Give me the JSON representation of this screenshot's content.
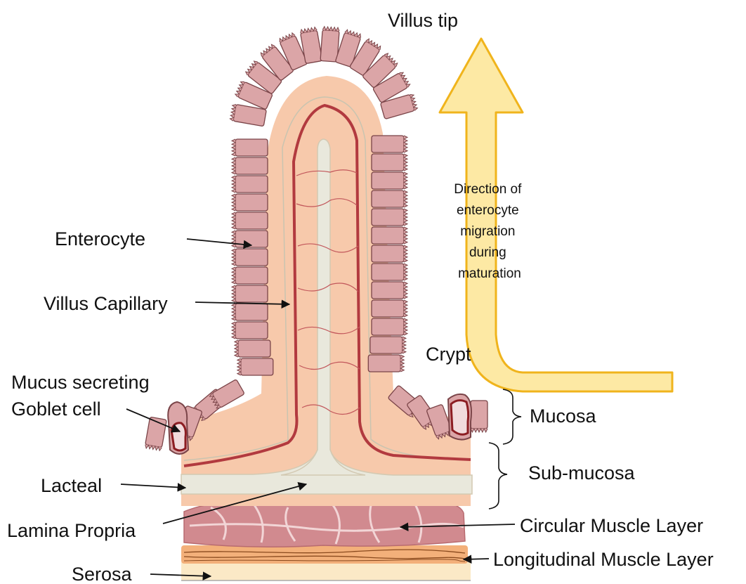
{
  "labels": {
    "villus_tip": "Villus tip",
    "direction": [
      "Direction of",
      "enterocyte",
      "migration",
      "during",
      "maturation"
    ],
    "enterocyte": "Enterocyte",
    "villus_capillary": "Villus Capillary",
    "crypt": "Crypt",
    "mucus_line1": "Mucus secreting",
    "mucus_line2": "Goblet cell",
    "mucosa": "Mucosa",
    "sub_mucosa": "Sub-mucosa",
    "lacteal": "Lacteal",
    "lamina_propria": "Lamina Propria",
    "circular_muscle": "Circular Muscle Layer",
    "longitudinal_muscle": "Longitudinal Muscle Layer",
    "serosa": "Serosa"
  },
  "colors": {
    "cell_fill": "#dba5a7",
    "cell_stroke": "#7a4448",
    "lamina_fill": "#f7c9ab",
    "lacteal_fill": "#e9e8dc",
    "capillary": "#b23a3f",
    "muscle_fill": "#d18a8f",
    "muscle_lines": "#f2d5d6",
    "longitudinal_fill": "#f3b07a",
    "serosa_fill": "#fbe9c6",
    "arrow_fill": "#fde9a4",
    "arrow_stroke": "#f0b41c"
  }
}
